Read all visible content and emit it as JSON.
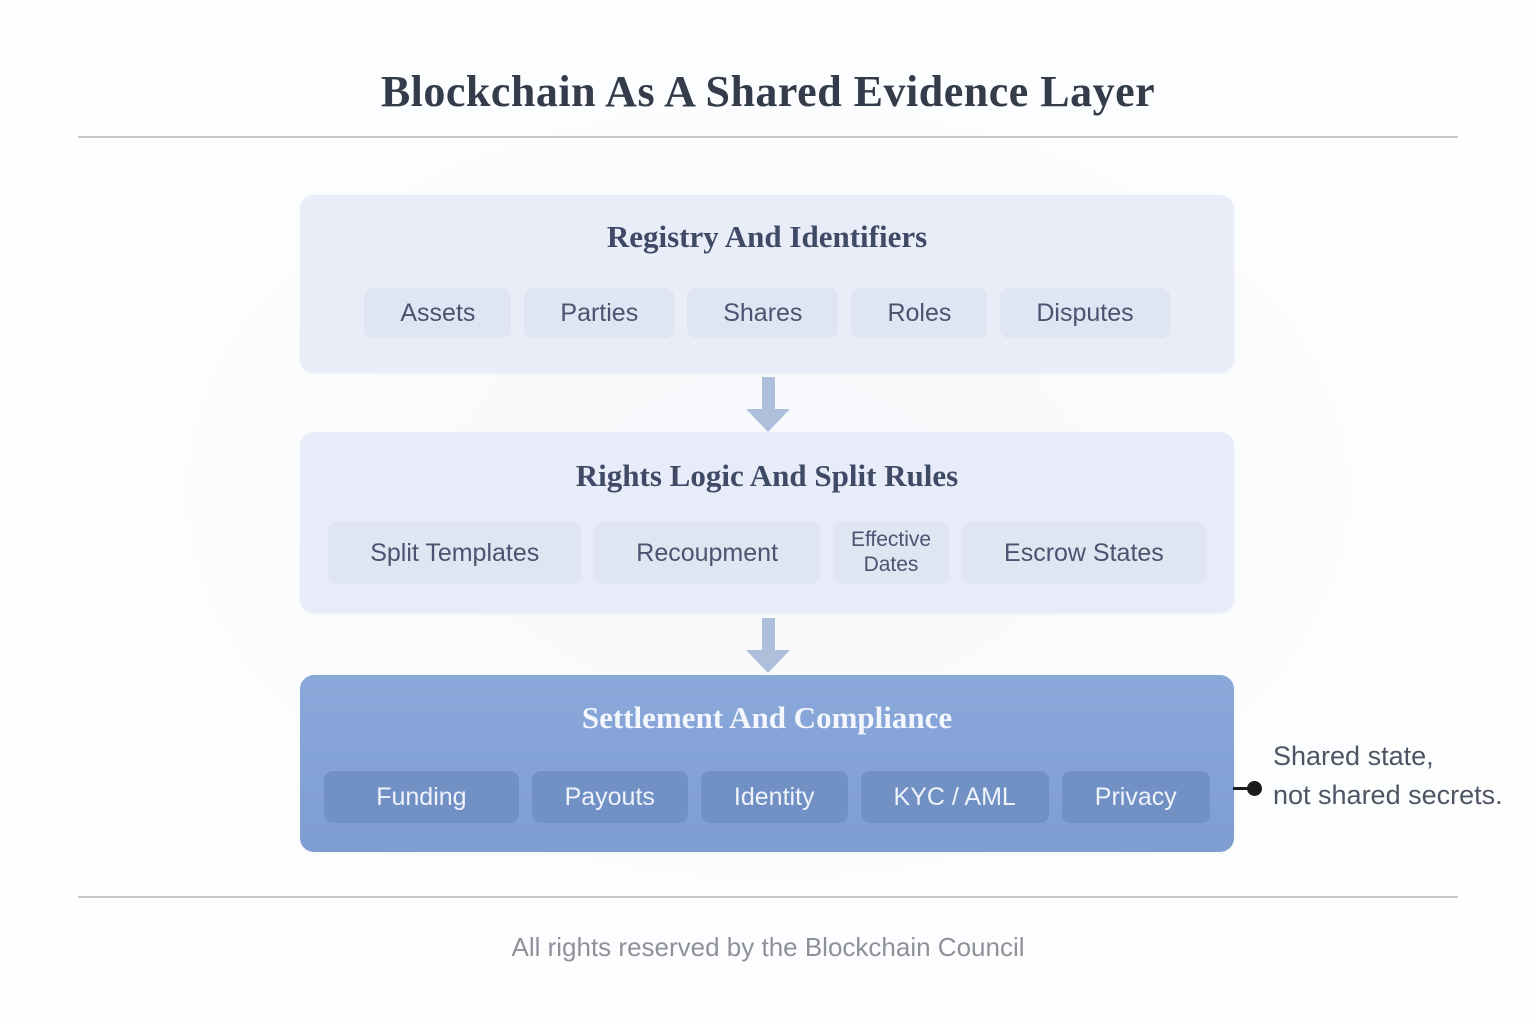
{
  "title": "Blockchain As A Shared Evidence Layer",
  "layers": [
    {
      "name": "Registry And Identifiers",
      "chips": [
        "Assets",
        "Parties",
        "Shares",
        "Roles",
        "Disputes"
      ]
    },
    {
      "name": "Rights Logic And Split Rules",
      "chips": [
        "Split Templates",
        "Recoupment",
        "Effective Dates",
        "Escrow States"
      ]
    },
    {
      "name": "Settlement And Compliance",
      "chips": [
        "Funding",
        "Payouts",
        "Identity",
        "KYC / AML",
        "Privacy"
      ]
    }
  ],
  "callout": {
    "line1": "Shared state,",
    "line2": "not shared secrets."
  },
  "footer": "All rights reserved by the Blockchain Council",
  "colors": {
    "title_text": "#343c4b",
    "light_layer_bg": "#e9edf8",
    "light_chip_bg": "#dfe5f2",
    "light_chip_text": "#4a5470",
    "dark_layer_bg": "#84a3d6",
    "dark_chip_bg": "#7190c4",
    "dark_text": "#f3f6fc",
    "arrow": "#aebfdc",
    "callout_text": "#4d5564",
    "connector": "#1b1c1e",
    "divider": "#c6c7cb",
    "footer_text": "#8e9199"
  }
}
